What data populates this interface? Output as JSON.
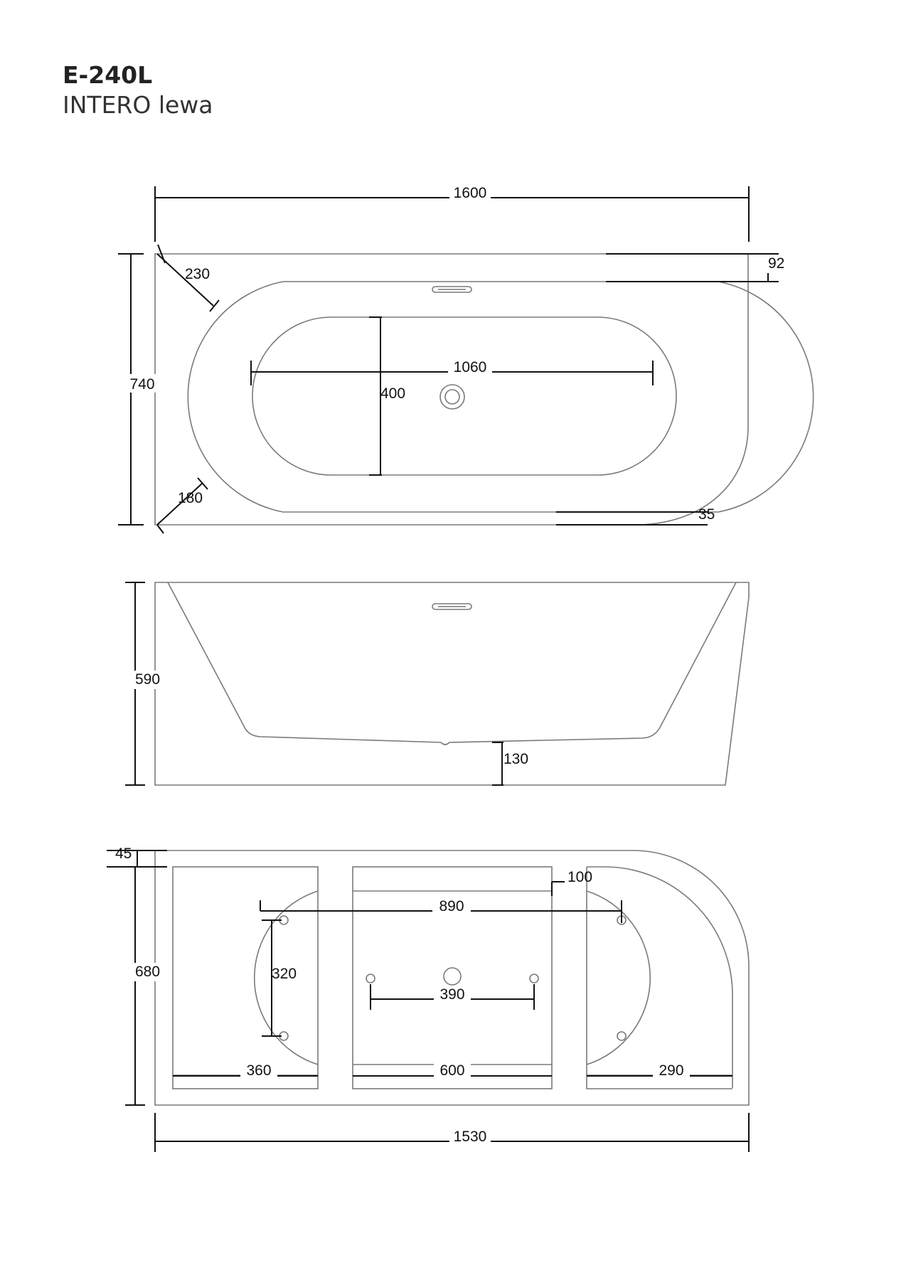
{
  "header": {
    "model": "E-240L",
    "subtitle": "INTERO lewa"
  },
  "top_view": {
    "overall_length": "1600",
    "overall_width": "740",
    "corner_top": "230",
    "corner_bottom": "180",
    "rim_offset": "92",
    "side_offset": "35",
    "inner_length": "1060",
    "inner_width": "400"
  },
  "side_view": {
    "height": "590",
    "floor_clearance": "130"
  },
  "bottom_view": {
    "frame_offset": "45",
    "frame_width": "680",
    "rail_gap": "100",
    "foot_span": "890",
    "foot_spacing": "320",
    "drain_feet_span": "390",
    "panel_left": "360",
    "panel_middle": "600",
    "panel_right": "290",
    "overall_length": "1530"
  },
  "colors": {
    "outline": "#7a7a7a",
    "dimension": "#111111"
  }
}
